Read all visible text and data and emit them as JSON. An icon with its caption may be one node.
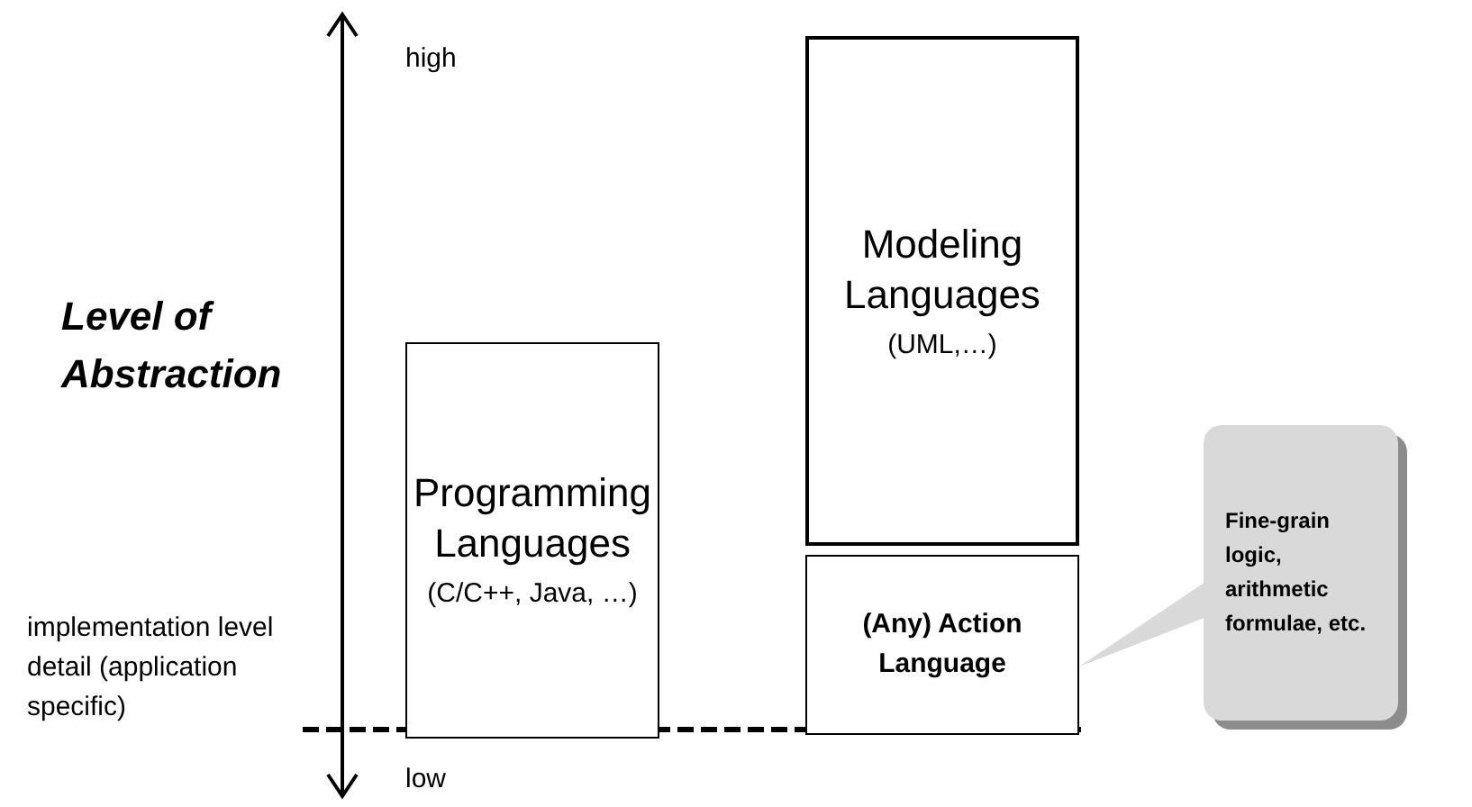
{
  "diagram": {
    "nodes": [
      {
        "text": [
          "Programming Languages",
          "(C/C++, Java, …)"
        ]
      },
      {
        "text": [
          "Modeling Languages",
          "(UML,…)"
        ]
      },
      {
        "text": [
          "(Any) Action Language"
        ]
      },
      {
        "text": [
          "Fine-grain logic, arithmetic formulae, etc."
        ]
      }
    ],
    "edges": [
      {
        "from": 3,
        "to": 2,
        "arrow": "none"
      }
    ],
    "labels": [
      "high",
      "Level of Abstraction",
      "implementation level detail (application specific)",
      "low"
    ]
  }
}
